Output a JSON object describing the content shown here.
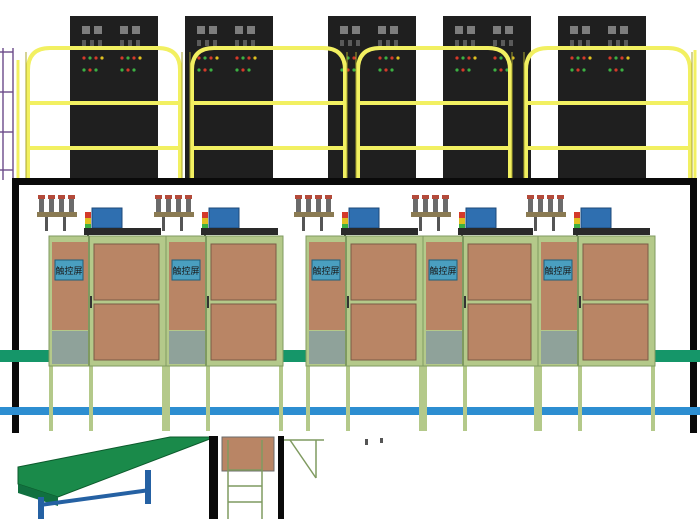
{
  "scene": {
    "background": "#ffffff",
    "colors": {
      "cabinet": "#1f1f1f",
      "rail": "#f2f061",
      "rail_edge": "#a8a52e",
      "frame": "#0a0a0a",
      "machine_frame": "#b4c98a",
      "machine_panel": "#b98565",
      "gray_box": "#8fa29a",
      "blue_box": "#2f6fb0",
      "touchscreen": "#4a9fc0",
      "green_stripe": "#159669",
      "blue_stripe": "#2d8ed1",
      "conveyor_top": "#1a8a4a",
      "conveyor_leg": "#2561a3"
    },
    "cabinets": [
      {
        "id": "cabinet-1"
      },
      {
        "id": "cabinet-2"
      },
      {
        "id": "cabinet-3"
      },
      {
        "id": "cabinet-4"
      },
      {
        "id": "cabinet-5"
      }
    ],
    "machines": [
      {
        "touch_label": "触控屏"
      },
      {
        "touch_label": "触控屏"
      },
      {
        "touch_label": "触控屏"
      },
      {
        "touch_label": "触控屏"
      },
      {
        "touch_label": "触控屏"
      }
    ]
  }
}
